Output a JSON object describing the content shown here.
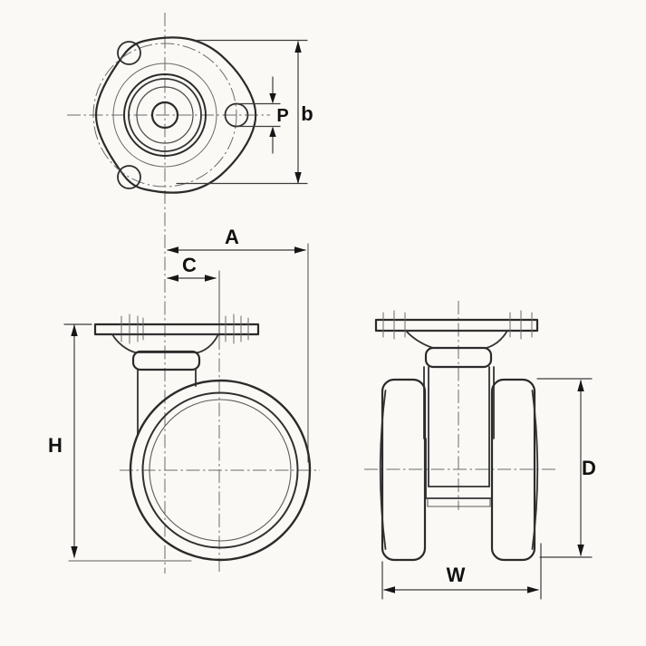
{
  "drawing": {
    "background_color": "#faf9f6",
    "line_color": "#2b2b2b",
    "thin_line_color": "#5a5a5a",
    "label_color": "#111111"
  },
  "dims": {
    "P": "P",
    "b": "b",
    "A": "A",
    "C": "C",
    "H": "H",
    "D": "D",
    "W": "W"
  }
}
